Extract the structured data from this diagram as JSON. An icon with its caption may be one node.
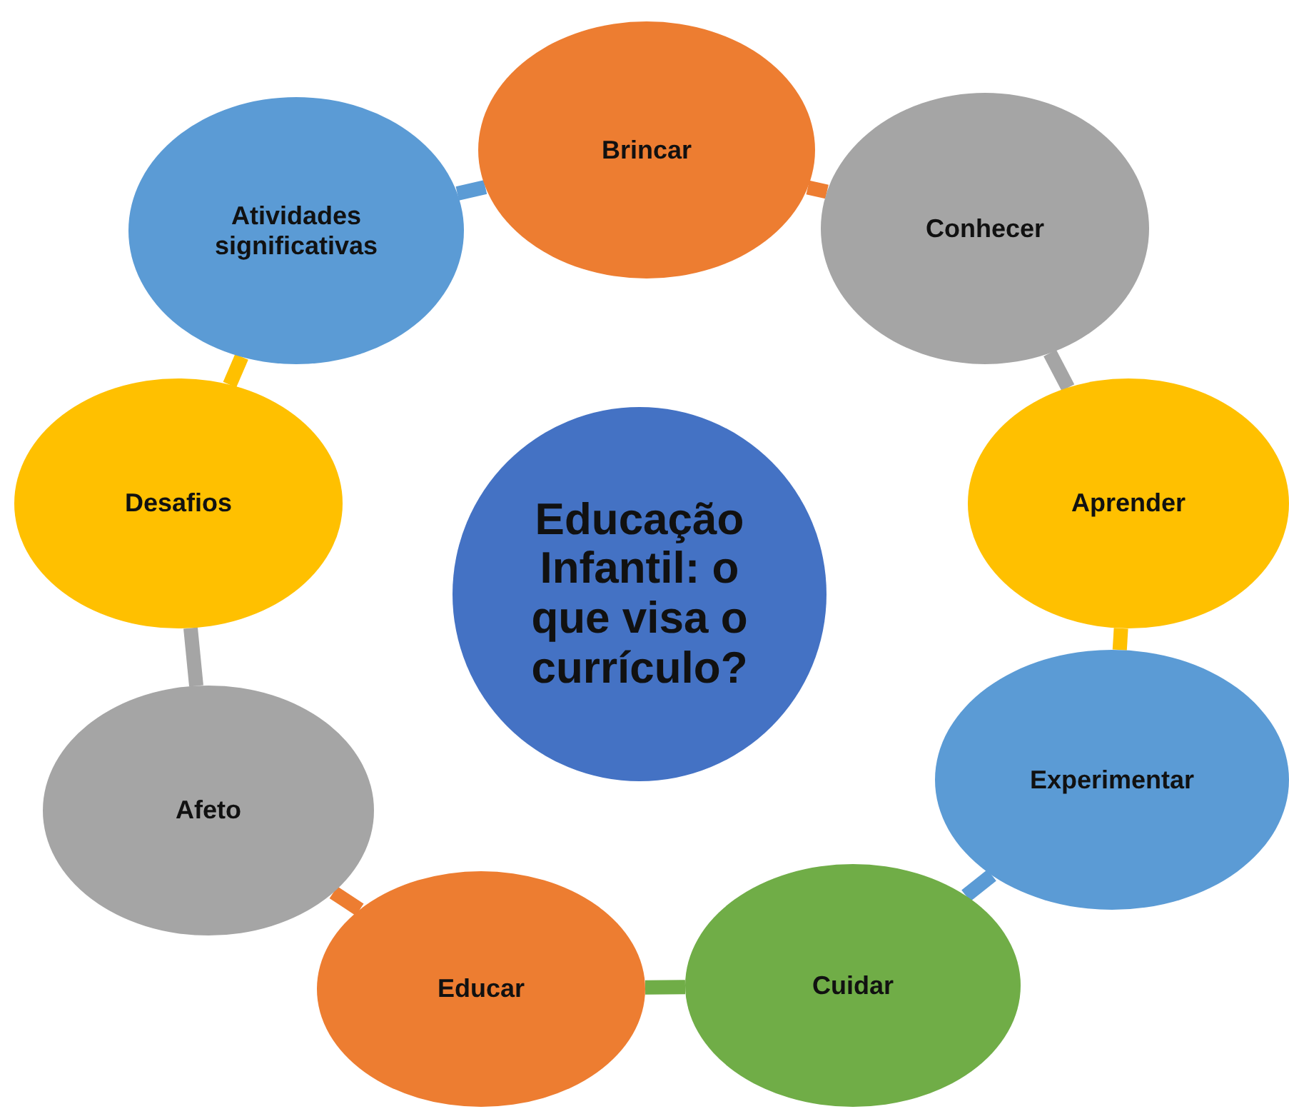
{
  "diagram": {
    "nodes": [
      {
        "text": [
          "Brincar"
        ]
      },
      {
        "text": [
          "Conhecer"
        ]
      },
      {
        "text": [
          "Aprender"
        ]
      },
      {
        "text": [
          "Experimentar"
        ]
      },
      {
        "text": [
          "Cuidar"
        ]
      },
      {
        "text": [
          "Educar"
        ]
      },
      {
        "text": [
          "Afeto"
        ]
      },
      {
        "text": [
          "Desafios"
        ]
      },
      {
        "text": [
          "Atividades significativas"
        ]
      },
      {
        "text": [
          "Educação Infantil: o que visa o currículo?"
        ]
      }
    ],
    "edges": [
      {
        "from": 0,
        "to": 1,
        "arrow": "none",
        "color": "#ed7d31"
      },
      {
        "from": 1,
        "to": 2,
        "arrow": "none",
        "color": "#a5a5a5"
      },
      {
        "from": 2,
        "to": 3,
        "arrow": "none",
        "color": "#ffc000"
      },
      {
        "from": 3,
        "to": 4,
        "arrow": "none",
        "color": "#5b9bd5"
      },
      {
        "from": 4,
        "to": 5,
        "arrow": "none",
        "color": "#70ad47"
      },
      {
        "from": 5,
        "to": 6,
        "arrow": "none",
        "color": "#ed7d31"
      },
      {
        "from": 6,
        "to": 7,
        "arrow": "none",
        "color": "#a5a5a5"
      },
      {
        "from": 7,
        "to": 8,
        "arrow": "none",
        "color": "#ffc000"
      },
      {
        "from": 8,
        "to": 0,
        "arrow": "none",
        "color": "#5b9bd5"
      }
    ]
  }
}
